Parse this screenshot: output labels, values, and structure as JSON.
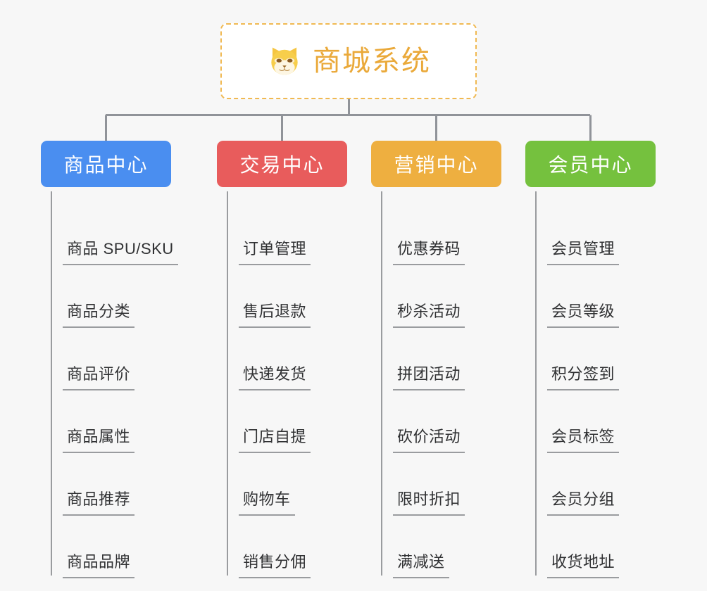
{
  "page": {
    "background_color": "#f7f7f7",
    "diagram_type": "org-chart",
    "title": "商城系统"
  },
  "root": {
    "label": "商城系统",
    "icon": "shiba-dog-face-icon",
    "text_color": "#eaa93a",
    "border_color": "#f0b952",
    "background_color": "#ffffff",
    "border_style": "dashed"
  },
  "connector": {
    "color": "#909399",
    "width": 3
  },
  "branches": [
    {
      "label": "商品中心",
      "color": "#4a8ef0",
      "text_color": "#ffffff",
      "leaves": [
        "商品 SPU/SKU",
        "商品分类",
        "商品评价",
        "商品属性",
        "商品推荐",
        "商品品牌"
      ]
    },
    {
      "label": "交易中心",
      "color": "#e85c5c",
      "text_color": "#ffffff",
      "leaves": [
        "订单管理",
        "售后退款",
        "快递发货",
        "门店自提",
        "购物车",
        "销售分佣"
      ]
    },
    {
      "label": "营销中心",
      "color": "#eeaf40",
      "text_color": "#ffffff",
      "leaves": [
        "优惠券码",
        "秒杀活动",
        "拼团活动",
        "砍价活动",
        "限时折扣",
        "满减送"
      ]
    },
    {
      "label": "会员中心",
      "color": "#75c13e",
      "text_color": "#ffffff",
      "leaves": [
        "会员管理",
        "会员等级",
        "积分签到",
        "会员标签",
        "会员分组",
        "收货地址"
      ]
    }
  ]
}
